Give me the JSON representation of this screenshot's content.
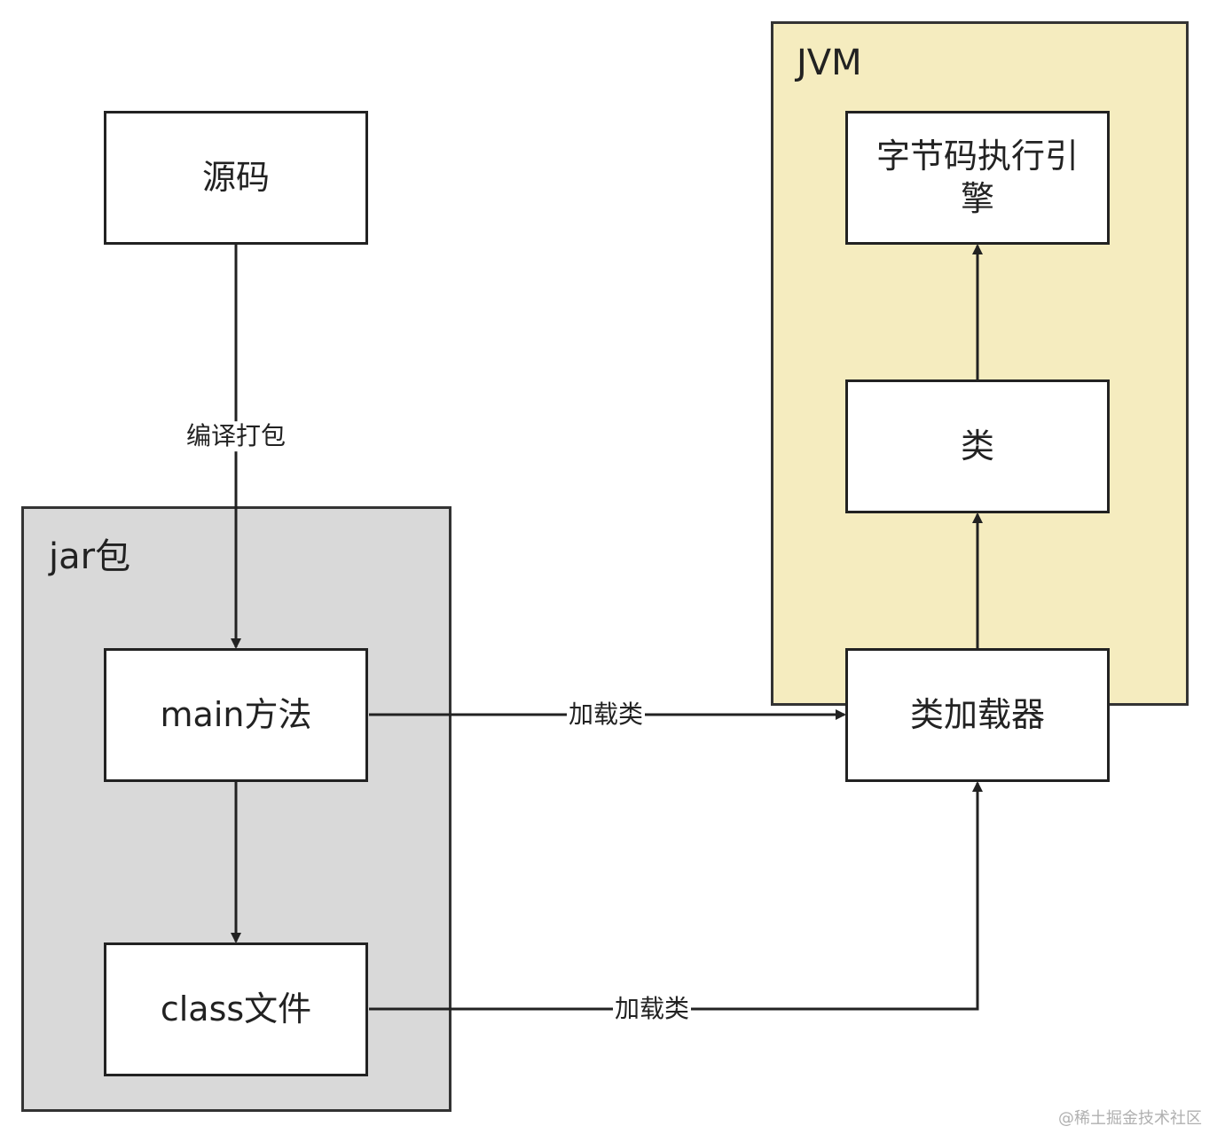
{
  "colors": {
    "jar_group_fill": "#d9d9d9",
    "jvm_group_fill": "#f5ecbf",
    "stroke": "#222222"
  },
  "groups": {
    "jar": {
      "label": "jar包"
    },
    "jvm": {
      "label": "JVM"
    }
  },
  "nodes": {
    "source": "源码",
    "main_method": "main方法",
    "class_file": "class文件",
    "bytecode_engine": "字节码执行引擎",
    "klass": "类",
    "class_loader": "类加载器"
  },
  "edges": [
    {
      "from": "source",
      "to": "main_method",
      "label": "编译打包"
    },
    {
      "from": "main_method",
      "to": "class_file",
      "label": ""
    },
    {
      "from": "main_method",
      "to": "class_loader",
      "label": "加载类"
    },
    {
      "from": "class_file",
      "to": "class_loader",
      "label": "加载类"
    },
    {
      "from": "class_loader",
      "to": "klass",
      "label": ""
    },
    {
      "from": "klass",
      "to": "bytecode_engine",
      "label": ""
    }
  ],
  "watermark": "@稀土掘金技术社区"
}
